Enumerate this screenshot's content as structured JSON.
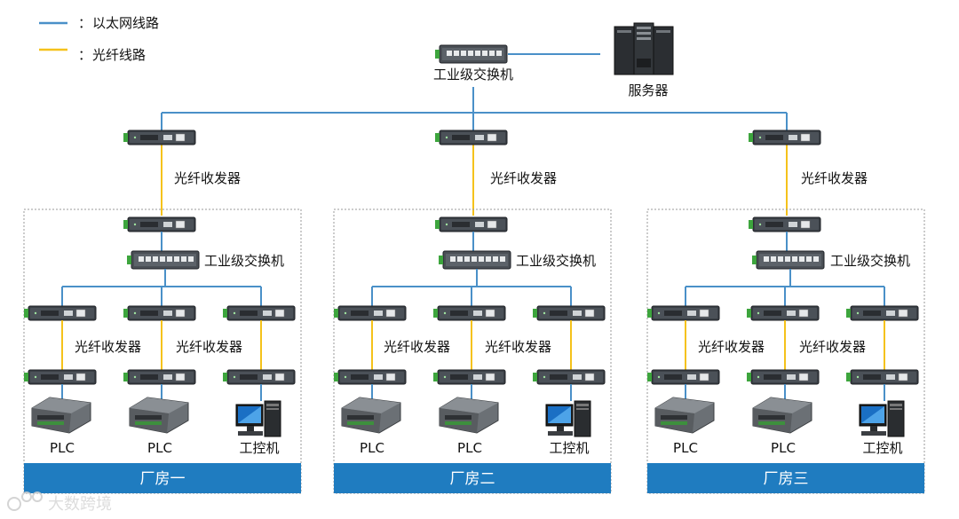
{
  "legend": {
    "ethernet": {
      "color": "#4a90c8",
      "sep": "：",
      "label": "以太网线路"
    },
    "fiber": {
      "color": "#f5c21b",
      "sep": "：",
      "label": "光纤线路"
    }
  },
  "core": {
    "switch_label": "工业级交换机",
    "server_label": "服务器"
  },
  "transceiver_label": "光纤收发器",
  "workshop_switch_label": "工业级交换机",
  "devices": {
    "plc_label": "PLC",
    "ipc_label": "工控机"
  },
  "workshops": [
    {
      "name": "厂房一"
    },
    {
      "name": "厂房二"
    },
    {
      "name": "厂房三"
    }
  ],
  "colors": {
    "bar": "#1f7cc0",
    "dashed_border": "#9a9a9a"
  },
  "watermark": "大数跨境"
}
